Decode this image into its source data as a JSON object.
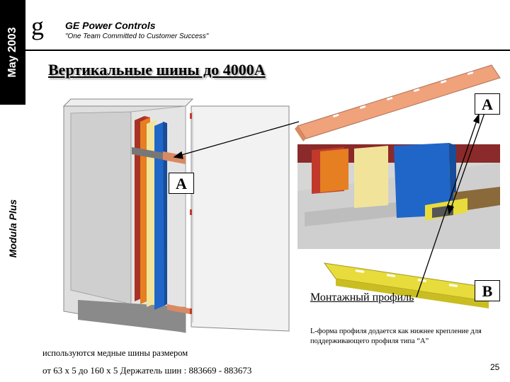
{
  "header": {
    "date_label": "May 2003",
    "logo_letter": "g",
    "company": "GE Power Controls",
    "tagline": "\"One Team Committed to Customer Success\""
  },
  "sidebar": {
    "product_label": "Modula Plus"
  },
  "slide": {
    "title": "Вертикальные шины до 4000А",
    "badge_a_top": "A",
    "badge_a_middle": "A",
    "badge_b": "B",
    "caption_profile": "Монтажный профиль",
    "caption_profile_desc": "L-форма профиля додается как нижнее крепление для поддерживающего профиля типа “А”",
    "caption_bars_line1": "используются медные шины размером",
    "caption_bars_line2": "от 63 х 5 до 160 х 5 Держатель шин : 883669 - 883673",
    "page_number": "25"
  },
  "colors": {
    "copper": "#f0a27a",
    "busbar_red": "#c0392b",
    "busbar_orange": "#e67e22",
    "busbar_yellow": "#f1e49a",
    "busbar_blue": "#1f66c8",
    "profile_yellow": "#e8dc3c",
    "cabinet_grey": "#d8d8d8"
  }
}
